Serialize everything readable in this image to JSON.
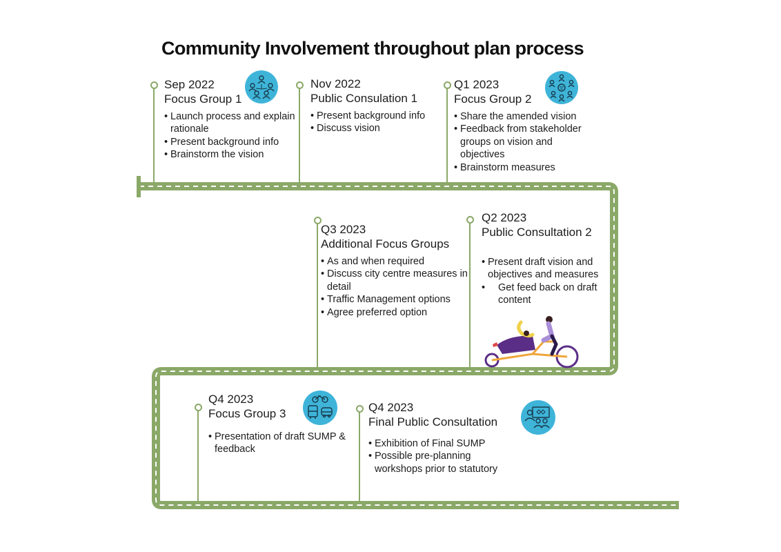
{
  "title": "Community Involvement throughout plan process",
  "colors": {
    "road": "#8aa867",
    "badge": "#3fb4d9",
    "bike_purple": "#5a2d86",
    "bike_orange": "#f0a53a"
  },
  "milestones": [
    {
      "date": "Sep 2022",
      "name": "Focus Group 1",
      "icon": "people-network-icon",
      "items": [
        "Launch process and explain rationale",
        "Present background info",
        "Brainstorm the vision"
      ]
    },
    {
      "date": "Nov 2022",
      "name": "Public Consulation 1",
      "icon": "",
      "items": [
        "Present background info",
        "Discuss vision"
      ]
    },
    {
      "date": "Q1 2023",
      "name": "Focus Group 2",
      "icon": "stakeholder-group-icon",
      "items": [
        "Share the amended vision",
        "Feedback from stakeholder groups on vision and objectives",
        "Brainstorm measures"
      ]
    },
    {
      "date": "Q3 2023",
      "name": "Additional Focus Groups",
      "icon": "",
      "items": [
        "As and when required",
        "Discuss city centre measures in detail",
        "Traffic Management options",
        "Agree preferred option"
      ]
    },
    {
      "date": "Q2 2023",
      "name": "Public Consultation 2",
      "icon": "cargo-bike-icon",
      "items": [
        "Present draft vision and objectives and measures",
        "Get feed back on draft content"
      ]
    },
    {
      "date": "Q4 2023",
      "name": "Focus Group 3",
      "icon": "transport-modes-icon",
      "items": [
        "Presentation of draft SUMP & feedback"
      ]
    },
    {
      "date": "Q4 2023",
      "name": "Final Public Consultation",
      "icon": "presentation-people-icon",
      "items": [
        "Exhibition of Final SUMP",
        "Possible pre-planning workshops prior to statutory"
      ]
    }
  ]
}
